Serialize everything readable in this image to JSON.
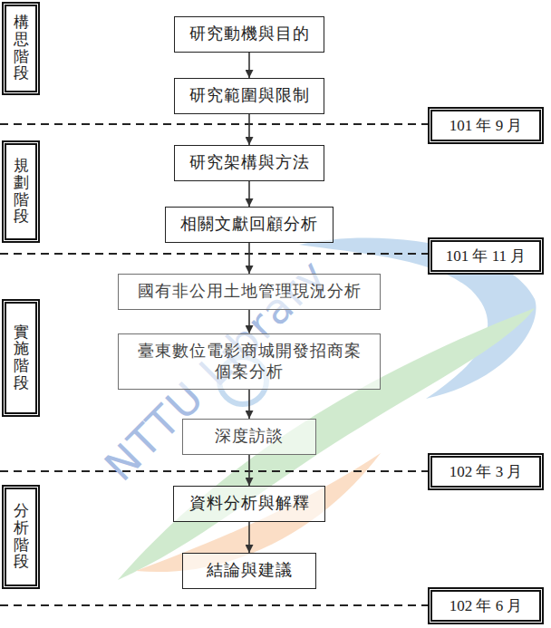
{
  "diagram": {
    "nodes": [
      {
        "text": [
          "構思階段"
        ]
      },
      {
        "text": [
          "研究動機與目的"
        ]
      },
      {
        "text": [
          "研究範圍與限制"
        ]
      },
      {
        "text": [
          "101 年 9 月"
        ]
      },
      {
        "text": [
          "規劃階段"
        ]
      },
      {
        "text": [
          "研究架構與方法"
        ]
      },
      {
        "text": [
          "相關文獻回顧分析"
        ]
      },
      {
        "text": [
          "101 年 11 月"
        ]
      },
      {
        "text": [
          "實施階段"
        ]
      },
      {
        "text": [
          "國有非公用土地管理現況分析"
        ]
      },
      {
        "text": [
          "臺東數位電影商城開發招商案 個案分析"
        ]
      },
      {
        "text": [
          "深度訪談"
        ]
      },
      {
        "text": [
          "102 年 3 月"
        ]
      },
      {
        "text": [
          "分析階段"
        ]
      },
      {
        "text": [
          "資料分析與解釋"
        ]
      },
      {
        "text": [
          "結論與建議"
        ]
      },
      {
        "text": [
          "102 年 6 月"
        ]
      }
    ],
    "edges": [
      {
        "from": 1,
        "to": 2,
        "arrow": "to"
      },
      {
        "from": 2,
        "to": 5,
        "arrow": "to"
      },
      {
        "from": 5,
        "to": 6,
        "arrow": "to"
      },
      {
        "from": 6,
        "to": 9,
        "arrow": "to"
      },
      {
        "from": 9,
        "to": 10,
        "arrow": "to"
      },
      {
        "from": 10,
        "to": 11,
        "arrow": "to"
      },
      {
        "from": 11,
        "to": 14,
        "arrow": "to"
      },
      {
        "from": 14,
        "to": 15,
        "arrow": "to"
      }
    ],
    "labels": [
      "NTTU Library"
    ]
  }
}
